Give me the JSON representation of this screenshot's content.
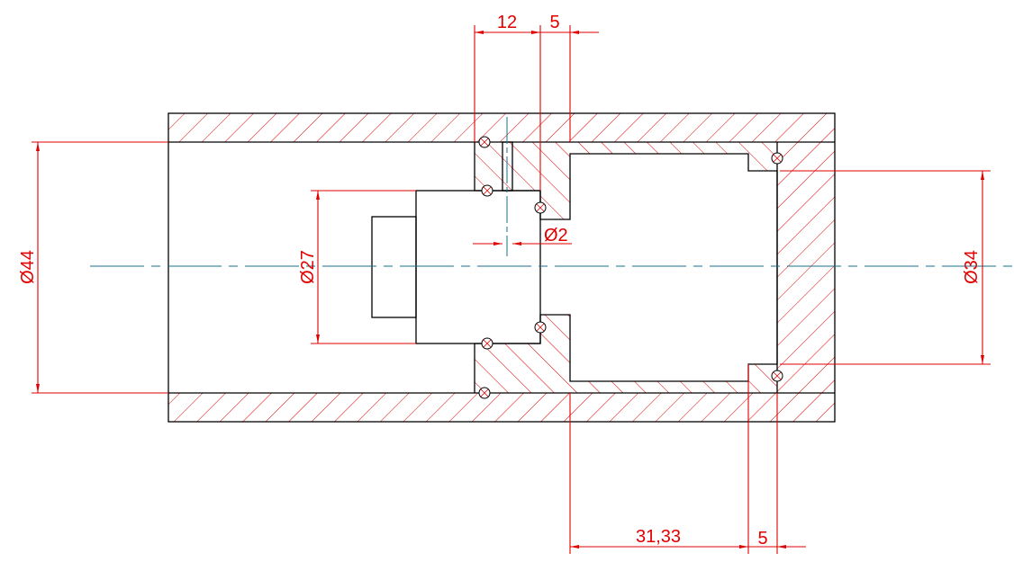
{
  "colors": {
    "outline": "#000000",
    "dimension": "#e00000",
    "centerline": "#1a6f8a"
  },
  "dimensions": {
    "top_width_left": "12",
    "top_width_right": "5",
    "pin_diameter": "Ø2",
    "outer_diameter": "Ø44",
    "rod_diameter": "Ø27",
    "cap_diameter": "Ø34",
    "bottom_length": "31,33",
    "bottom_width": "5"
  }
}
